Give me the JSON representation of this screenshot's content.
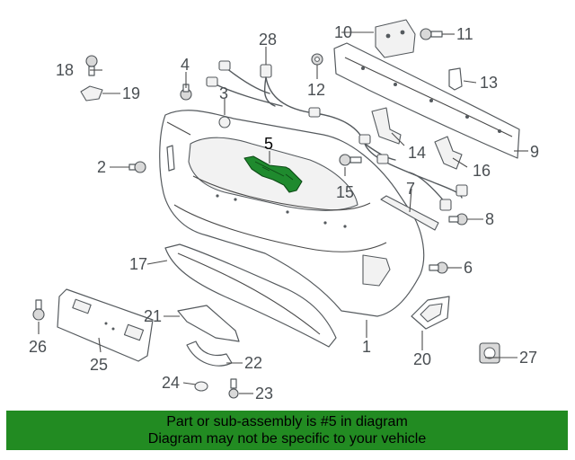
{
  "callouts": {
    "c1": "1",
    "c2": "2",
    "c3": "3",
    "c4": "4",
    "c5": "5",
    "c6": "6",
    "c7": "7",
    "c8": "8",
    "c9": "9",
    "c10": "10",
    "c11": "11",
    "c12": "12",
    "c13": "13",
    "c14": "14",
    "c15": "15",
    "c16": "16",
    "c17": "17",
    "c18": "18",
    "c19": "19",
    "c20": "20",
    "c21": "21",
    "c22": "22",
    "c23": "23",
    "c24": "24",
    "c25": "25",
    "c26": "26",
    "c27": "27",
    "c28": "28"
  },
  "highlighted_part": "5",
  "colors": {
    "highlight": "#1f8a2e",
    "banner": "#228b22",
    "line": "#555a5e"
  },
  "banner": {
    "line1": "Part or sub-assembly is #5 in diagram",
    "line2": "Diagram may not be specific to your vehicle"
  }
}
